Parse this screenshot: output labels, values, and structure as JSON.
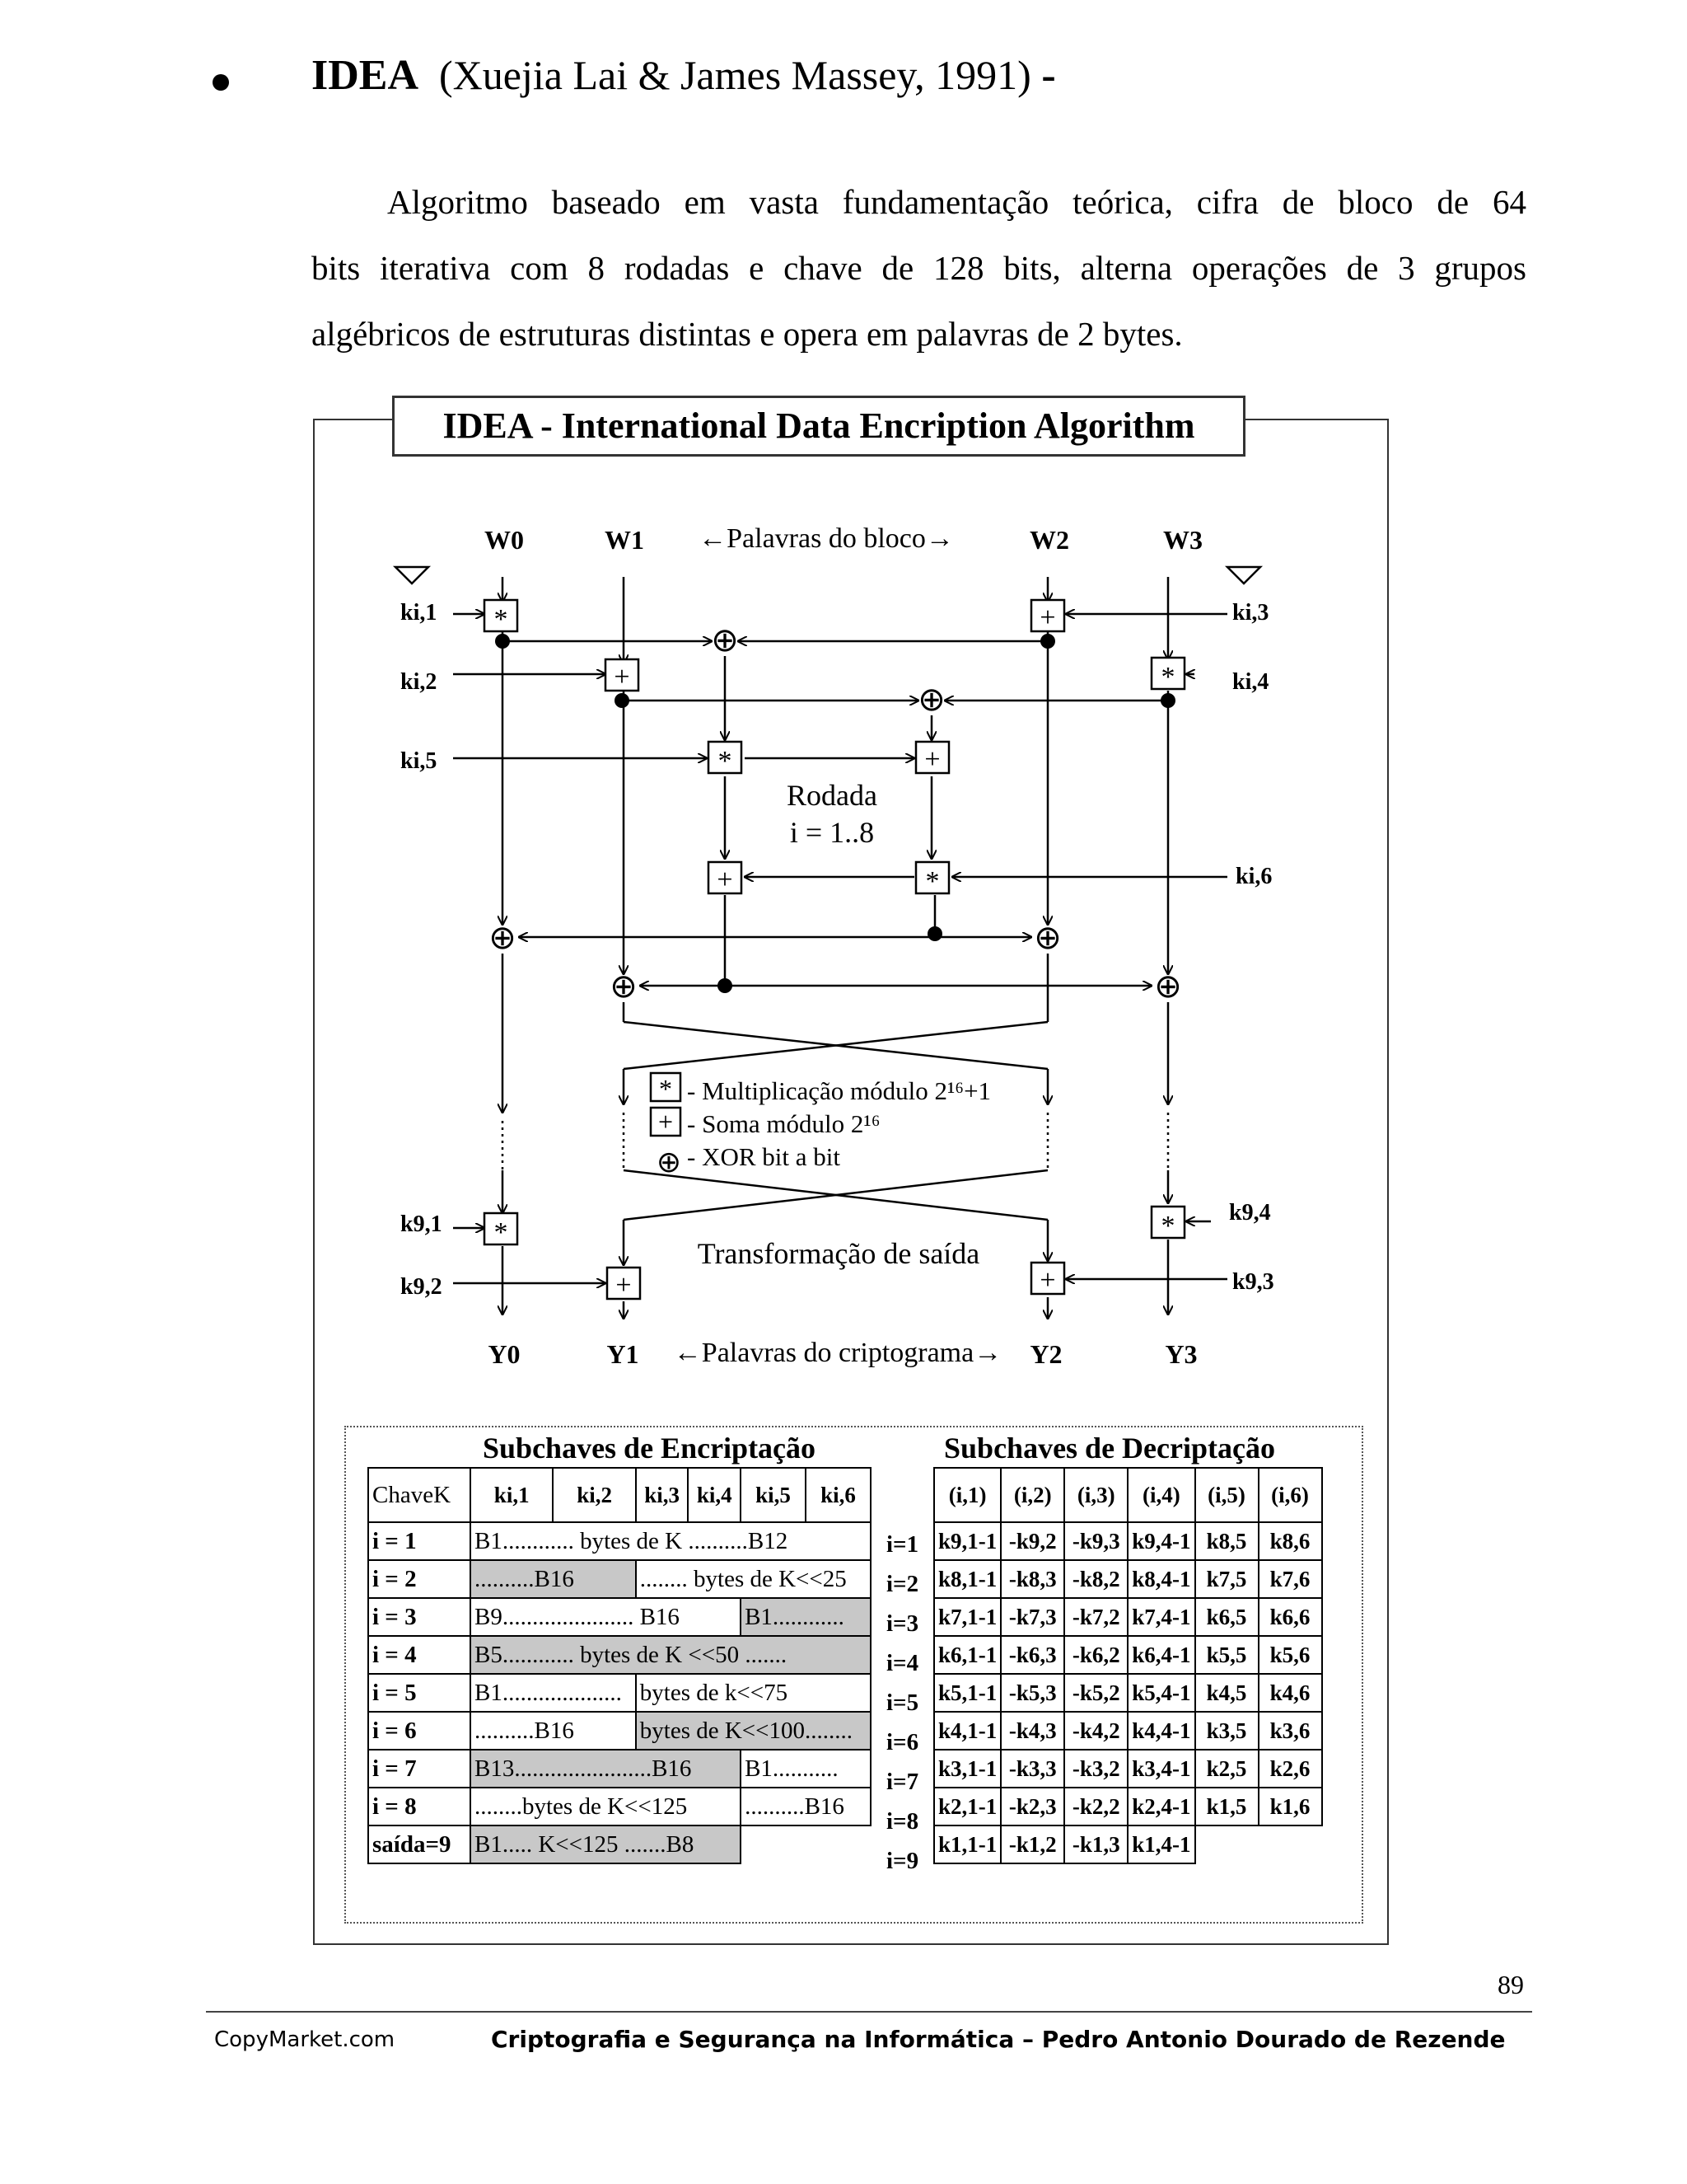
{
  "heading": {
    "title": "IDEA",
    "authors": "(Xuejia Lai & James Massey, 1991)",
    "dash": "-"
  },
  "paragraph": {
    "line1": "Algoritmo baseado em vasta fundamentação teórica, cifra de bloco de 64",
    "line2": "bits iterativa com 8 rodadas e chave de 128 bits, alterna operações de 3 grupos",
    "line3": "algébricos de estruturas distintas e opera em palavras de 2 bytes."
  },
  "figure": {
    "title": "IDEA - International Data Encription Algorithm",
    "words_in": [
      "W0",
      "W1",
      "W2",
      "W3"
    ],
    "words_in_label": "←Palavras do bloco→",
    "words_out": [
      "Y0",
      "Y1",
      "Y2",
      "Y3"
    ],
    "words_out_label": "←Palavras do criptograma→",
    "round_keys": [
      "ki,1",
      "ki,2",
      "ki,3",
      "ki,4",
      "ki,5",
      "ki,6"
    ],
    "output_keys": [
      "k9,1",
      "k9,2",
      "k9,3",
      "k9,4"
    ],
    "round_label_1": "Rodada",
    "round_label_2": "i = 1..8",
    "legend_mul": "- Multiplicação módulo 2¹⁶+1",
    "legend_add": "- Soma módulo  2¹⁶",
    "legend_xor": "- XOR bit a bit",
    "output_transform": "Transformação de saída"
  },
  "enc_table": {
    "title": "Subchaves de Encriptação",
    "header_label": "ChaveK",
    "headers": [
      "ki,1",
      "ki,2",
      "ki,3",
      "ki,4",
      "ki,5",
      "ki,6"
    ],
    "rows": [
      {
        "label": "i = 1",
        "a": "B1............  bytes de K  ..........B12",
        "b": ""
      },
      {
        "label": "i = 2",
        "a": " ..........B16",
        "b": " ........ bytes  de K<<25"
      },
      {
        "label": "i = 3",
        "a": "B9......................    B16",
        "b": "B1............"
      },
      {
        "label": "i = 4",
        "a": "B5............  bytes de K <<50   .......",
        "b": ""
      },
      {
        "label": "i = 5",
        "a": "B1....................",
        "b": "   bytes  de k<<75"
      },
      {
        "label": "i = 6",
        "a": " ..........B16",
        "b": "bytes de K<<100........"
      },
      {
        "label": "i = 7",
        "a": " B13.......................B16",
        "b": " B1..........."
      },
      {
        "label": "i = 8",
        "a": "........bytes de K<<125",
        "b": "  ..........B16"
      },
      {
        "label": "saída=9",
        "a": "B1..... K<<125 .......B8",
        "b": ""
      }
    ]
  },
  "dec_table": {
    "title": "Subchaves de Decriptação",
    "headers": [
      "(i,1)",
      "(i,2)",
      "(i,3)",
      "(i,4)",
      "(i,5)",
      "(i,6)"
    ],
    "row_labels": [
      "i=1",
      "i=2",
      "i=3",
      "i=4",
      "i=5",
      "i=6",
      "i=7",
      "i=8",
      "i=9"
    ],
    "rows": [
      [
        "k9,1-1",
        "-k9,2",
        "-k9,3",
        "k9,4-1",
        "k8,5",
        "k8,6"
      ],
      [
        "k8,1-1",
        "-k8,3",
        "-k8,2",
        "k8,4-1",
        "k7,5",
        "k7,6"
      ],
      [
        "k7,1-1",
        "-k7,3",
        "-k7,2",
        "k7,4-1",
        "k6,5",
        "k6,6"
      ],
      [
        "k6,1-1",
        "-k6,3",
        "-k6,2",
        "k6,4-1",
        "k5,5",
        "k5,6"
      ],
      [
        "k5,1-1",
        "-k5,3",
        "-k5,2",
        "k5,4-1",
        "k4,5",
        "k4,6"
      ],
      [
        "k4,1-1",
        "-k4,3",
        "-k4,2",
        "k4,4-1",
        "k3,5",
        "k3,6"
      ],
      [
        "k3,1-1",
        "-k3,3",
        "-k3,2",
        "k3,4-1",
        "k2,5",
        "k2,6"
      ],
      [
        "k2,1-1",
        "-k2,3",
        "-k2,2",
        "k2,4-1",
        "k1,5",
        "k1,6"
      ],
      [
        "k1,1-1",
        "-k1,2",
        "-k1,3",
        "k1,4-1"
      ]
    ]
  },
  "footer": {
    "left": "CopyMarket.com",
    "center": "Criptografia e Segurança na Informática – Pedro Antonio Dourado de Rezende",
    "page": "89"
  }
}
